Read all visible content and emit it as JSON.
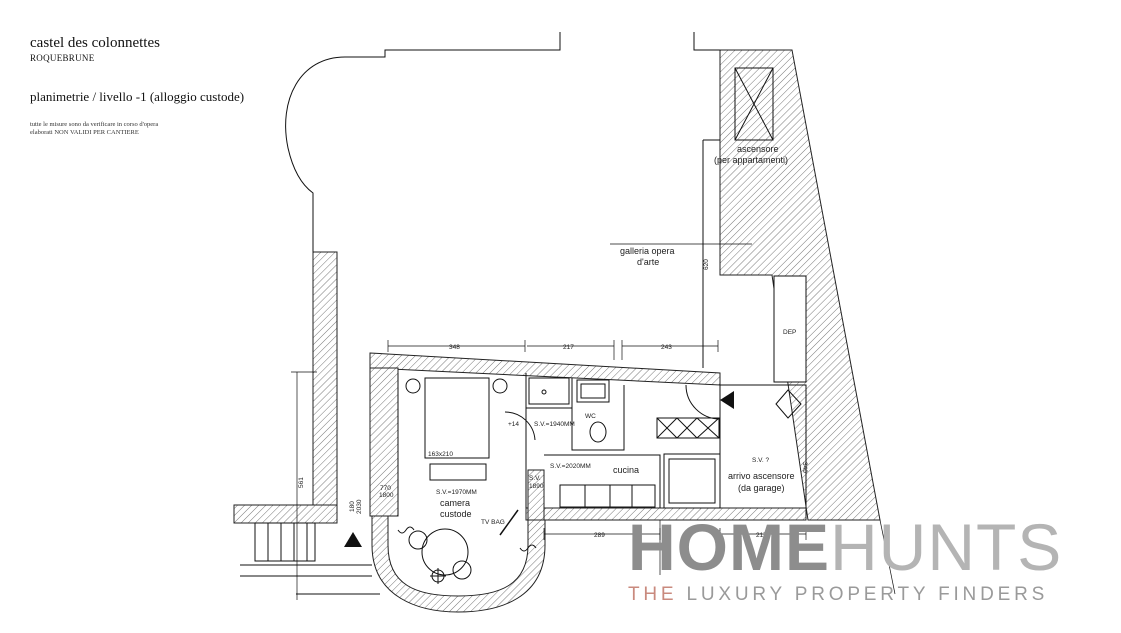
{
  "header": {
    "title": "castel des colonnettes",
    "location": "ROQUEBRUNE",
    "subtitle": "planimetrie / livello -1 (alloggio custode)",
    "note_line1": "tutte le misure sono da verificare in corso d'opera",
    "note_line2": "elaborati NON VALIDI PER CANTIERE"
  },
  "rooms": {
    "ascensore": "ascensore",
    "ascensore_sub": "(per appartamenti)",
    "galleria": "galleria opera",
    "galleria_sub": "d'arte",
    "dep": "DEP",
    "wc": "WC",
    "cucina": "cucina",
    "arrivo": "arrivo ascensore",
    "arrivo_sub": "(da garage)",
    "camera": "camera",
    "camera_sub": "custode",
    "tv": "TV BAG"
  },
  "heights": {
    "camera_sv": "S.V.=1970MM",
    "wc_sv": "S.V.=1940MM",
    "cucina_sv": "S.V.=2020MM",
    "sv_1890_a": "S.V.",
    "sv_1890_b": "1890",
    "arrivo_sv": "S.V. ?",
    "level": "+14",
    "bed": "163x210",
    "p770_a": "770",
    "p770_b": "1800",
    "p180_a": "180",
    "p180_b": "2030"
  },
  "dimensions": {
    "d348": "348",
    "d217_top": "217",
    "d243": "243",
    "d620": "620",
    "d340": "340",
    "d561": "561",
    "d289": "289",
    "d217_bottom": "217"
  },
  "watermark": {
    "home": "HOME",
    "hunts": "HUNTS",
    "tagline_the": "THE",
    "tagline_rest": " LUXURY PROPERTY FINDERS"
  }
}
